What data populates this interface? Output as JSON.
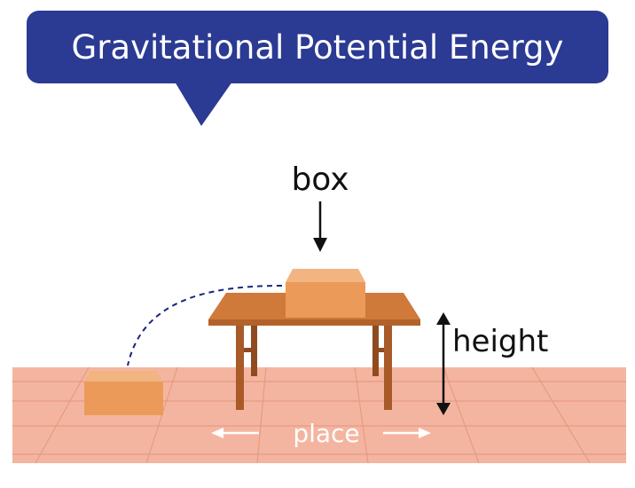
{
  "title": "Gravitational Potential Energy",
  "labels": {
    "box": "box",
    "height": "height",
    "place": "place"
  },
  "colors": {
    "banner": "#2b3a93",
    "banner_text": "#ffffff",
    "floor": "#f4b5a0",
    "floor_lines": "#e79a82",
    "table_top": "#cf7a3a",
    "table_edge": "#b2622a",
    "table_legs": "#a85a28",
    "box_front": "#eb9a5a",
    "box_top": "#f2b480",
    "box_side": "#cf7f44",
    "trajectory": "#1a237e",
    "arrow": "#111111",
    "place_text": "#ffffff"
  },
  "icons": {
    "box_arrow": "down-arrow-icon",
    "height_arrow": "double-vertical-arrow-icon",
    "place_left_arrow": "left-arrow-icon",
    "place_right_arrow": "right-arrow-icon"
  }
}
